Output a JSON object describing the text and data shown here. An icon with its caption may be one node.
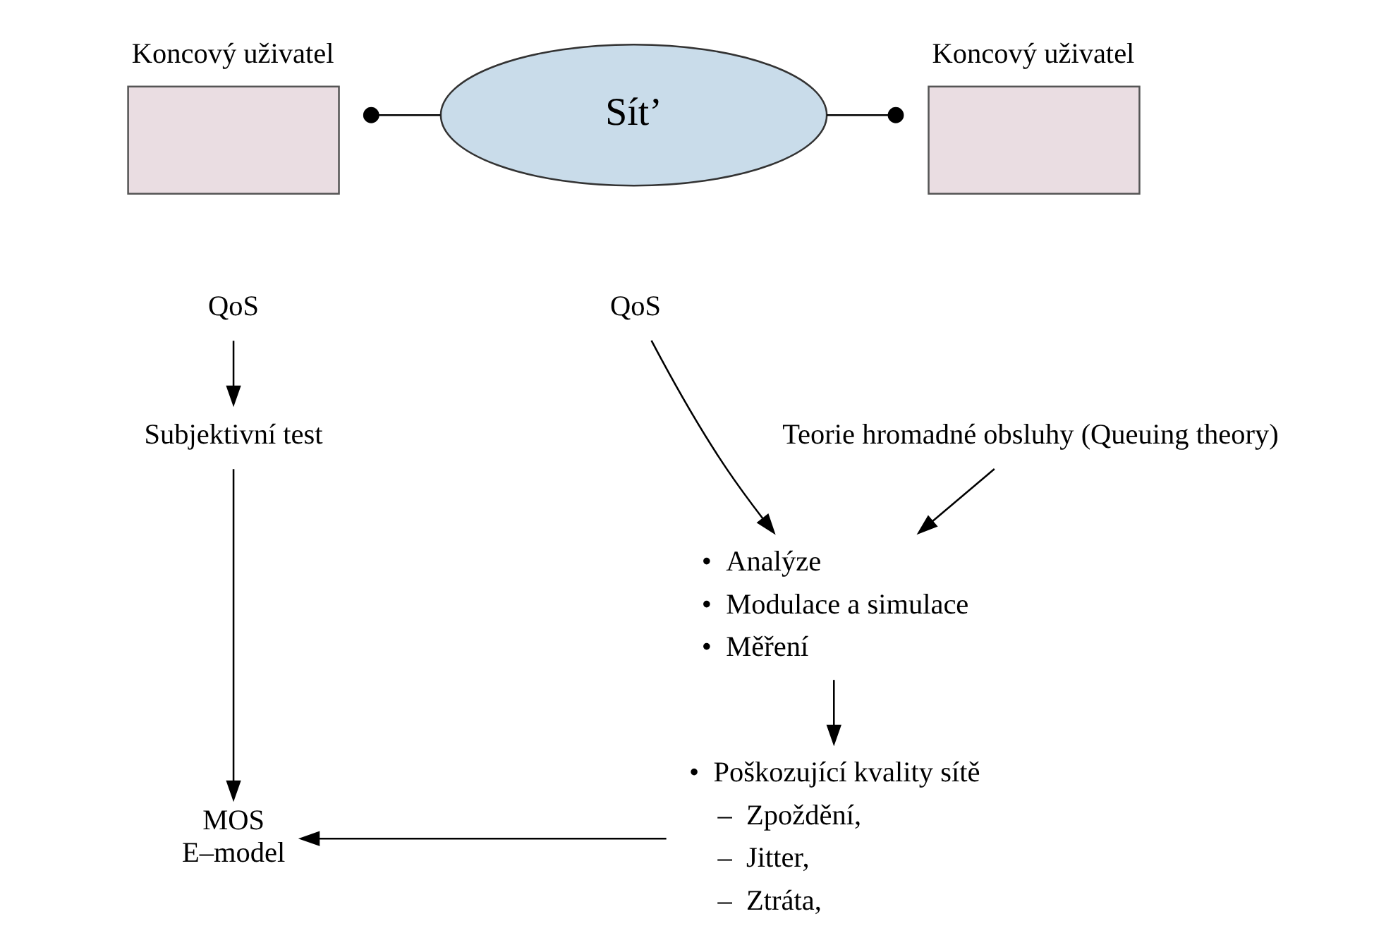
{
  "diagram": {
    "nodes": [
      {
        "text": [
          "Koncový uživatel"
        ]
      },
      {
        "text": [
          "Sít’"
        ]
      },
      {
        "text": [
          "Koncový uživatel"
        ]
      },
      {
        "text": [
          "QoS"
        ]
      },
      {
        "text": [
          "Subjektivní test"
        ]
      },
      {
        "text": [
          "QoS"
        ]
      },
      {
        "text": [
          "Teorie hromadné obsluhy (Queuing theory)"
        ]
      },
      {
        "text": [
          "•  Analýze",
          "•  Modulace a simulace",
          "•  Měření"
        ]
      },
      {
        "text": [
          "•  Poškozující kvality sítě",
          "–  Zpoždění,",
          "–  Jitter,",
          "–  Ztráta,"
        ]
      },
      {
        "text": [
          "MOS",
          "E–model"
        ]
      }
    ],
    "edges": [
      {
        "from": 1,
        "to": 0,
        "arrow": "other"
      },
      {
        "from": 1,
        "to": 2,
        "arrow": "other"
      },
      {
        "from": 3,
        "to": 4,
        "arrow": "to"
      },
      {
        "from": 4,
        "to": 9,
        "arrow": "to"
      },
      {
        "from": 5,
        "to": 7,
        "arrow": "to"
      },
      {
        "from": 6,
        "to": 7,
        "arrow": "to"
      },
      {
        "from": 7,
        "to": 8,
        "arrow": "to"
      },
      {
        "from": 8,
        "to": 9,
        "arrow": "to"
      }
    ]
  }
}
